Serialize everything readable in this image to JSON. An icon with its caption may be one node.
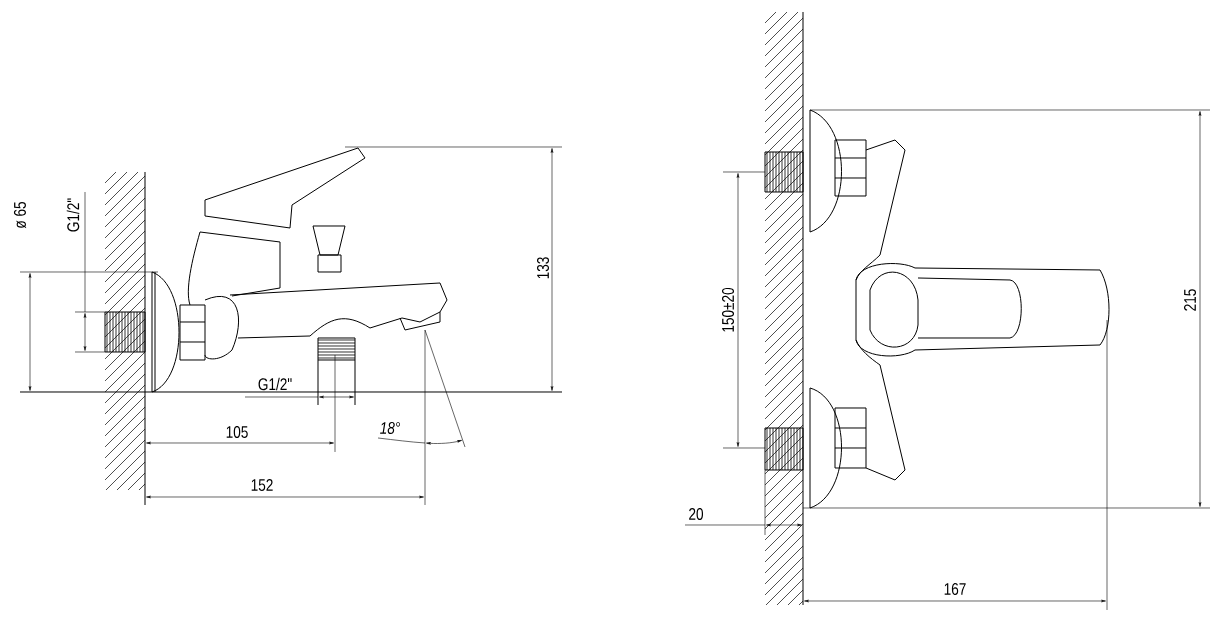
{
  "diagram": {
    "labels": [
      "ø 65",
      "G1/2\"",
      "133",
      "G1/2\"",
      "105",
      "18°",
      "152",
      "150±20",
      "215",
      "20",
      "167"
    ]
  }
}
